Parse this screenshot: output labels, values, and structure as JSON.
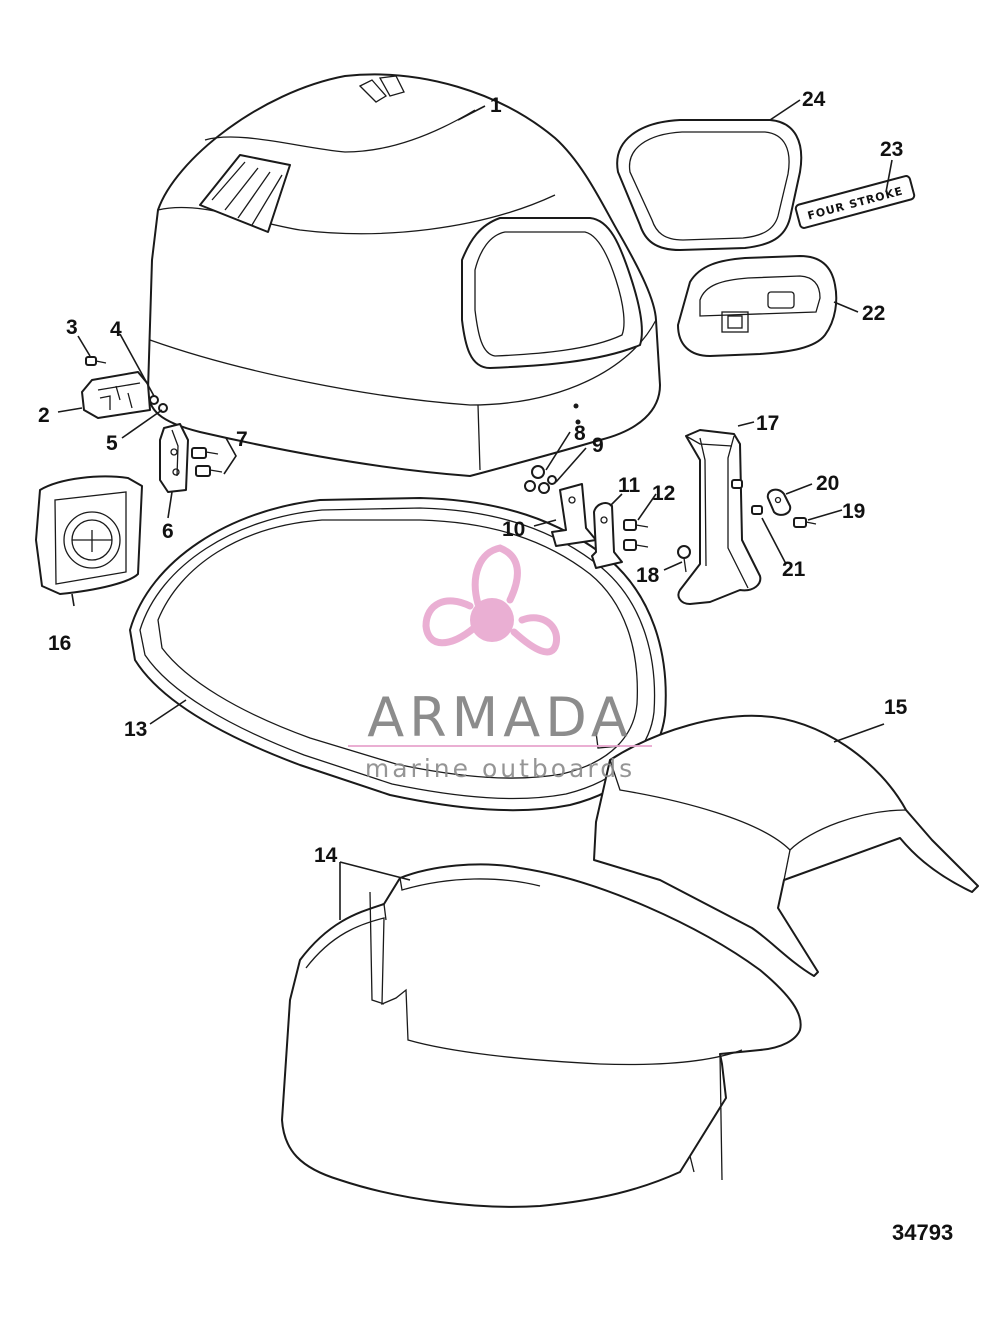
{
  "drawing_number": "34793",
  "watermark": {
    "brand": "ARMADA",
    "tagline": "marine outboards",
    "accent_color": "#e8a7cf",
    "text_color": "#808080"
  },
  "decal_text": "FOUR STROKE",
  "callouts": [
    "1",
    "2",
    "3",
    "4",
    "5",
    "6",
    "7",
    "8",
    "9",
    "10",
    "11",
    "12",
    "13",
    "14",
    "15",
    "16",
    "17",
    "18",
    "19",
    "20",
    "21",
    "22",
    "23",
    "24"
  ]
}
